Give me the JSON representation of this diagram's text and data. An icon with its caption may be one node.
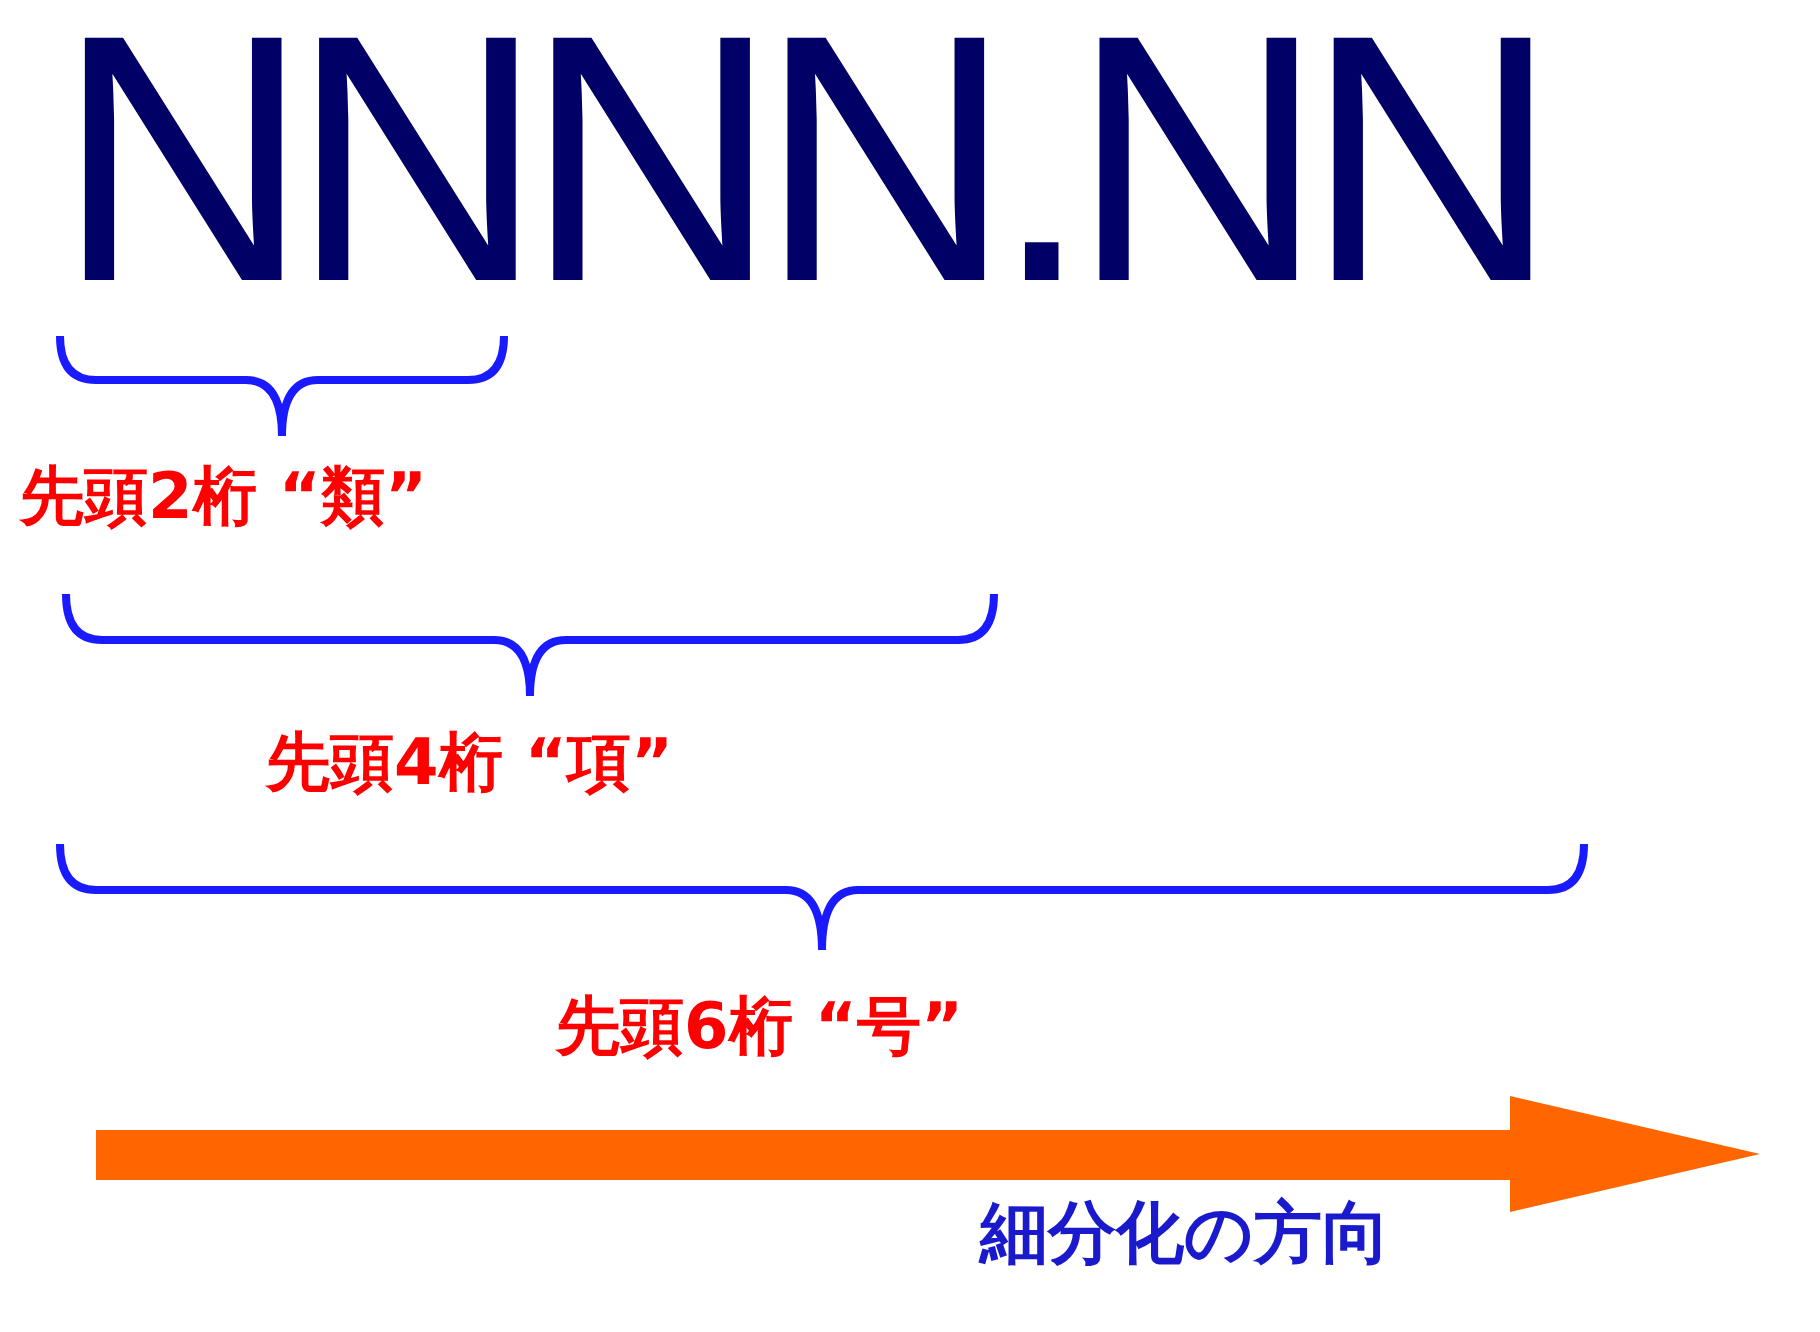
{
  "diagram": {
    "labels": [
      "NNNN.NN",
      "先頭2桁 “類”",
      "先頭4桁 “項”",
      "先頭6桁 “号”",
      "細分化の方向"
    ]
  }
}
